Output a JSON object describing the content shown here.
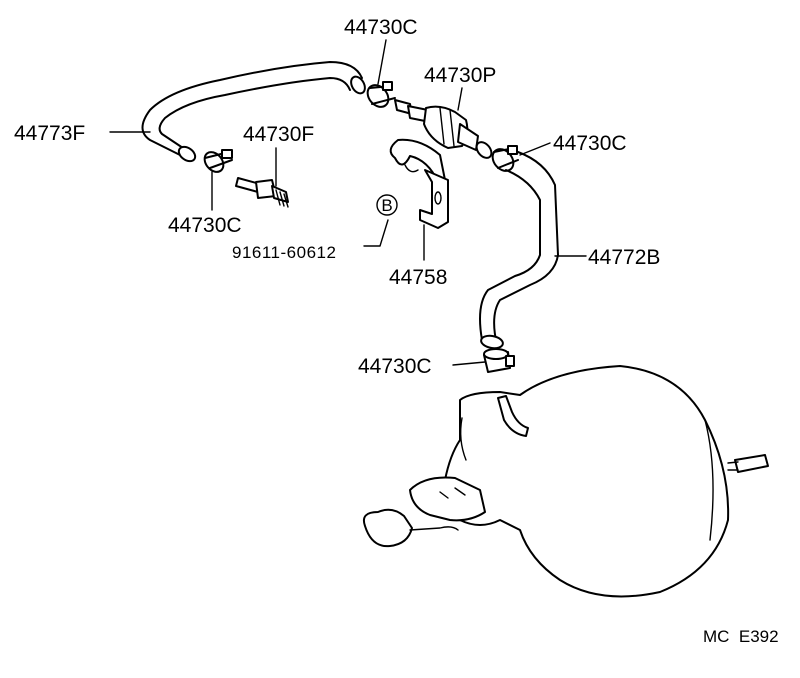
{
  "diagram": {
    "labels": {
      "clamp_top": "44730C",
      "valve": "44730P",
      "hose_left": "44773F",
      "union": "44730F",
      "clamp_right": "44730C",
      "clamp_left": "44730C",
      "bolt_marker": "B",
      "bolt": "91611-60612",
      "bracket": "44758",
      "hose_right": "44772B",
      "clamp_bottom": "44730C"
    },
    "footer_code": "MC  E392"
  }
}
